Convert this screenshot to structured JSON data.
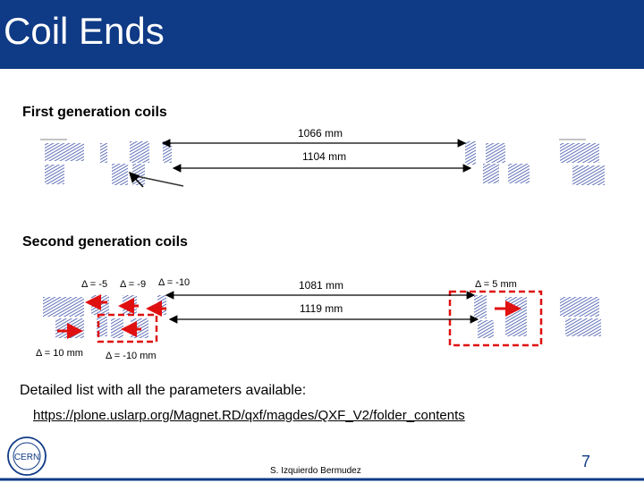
{
  "slide": {
    "title": "Coil Ends",
    "first_heading": "First generation coils",
    "first_dim_outer": "1066 mm",
    "first_dim_inner": "1104 mm",
    "second_heading": "Second generation coils",
    "delta_a": "Δ = -5",
    "delta_b": "Δ = -9",
    "delta_c": "Δ = -10",
    "second_dim_outer": "1081 mm",
    "delta_right": "Δ = 5 mm",
    "second_dim_inner": "1119 mm",
    "delta_bottom_left": "Δ = 10 mm",
    "delta_bottom_mid": "Δ = -10 mm",
    "details_text": "Detailed list with all the parameters available:",
    "link_text": "https://plone.uslarp.org/Magnet.RD/qxf/magdes/QXF_V2/folder_contents",
    "author": "S. Izquierdo Bermudez",
    "page_number": "7",
    "logo_text": "CERN"
  },
  "colors": {
    "header_bg": "#0f3a85",
    "coil_blue": "#3a4fa8",
    "highlight_red": "#e01010"
  }
}
